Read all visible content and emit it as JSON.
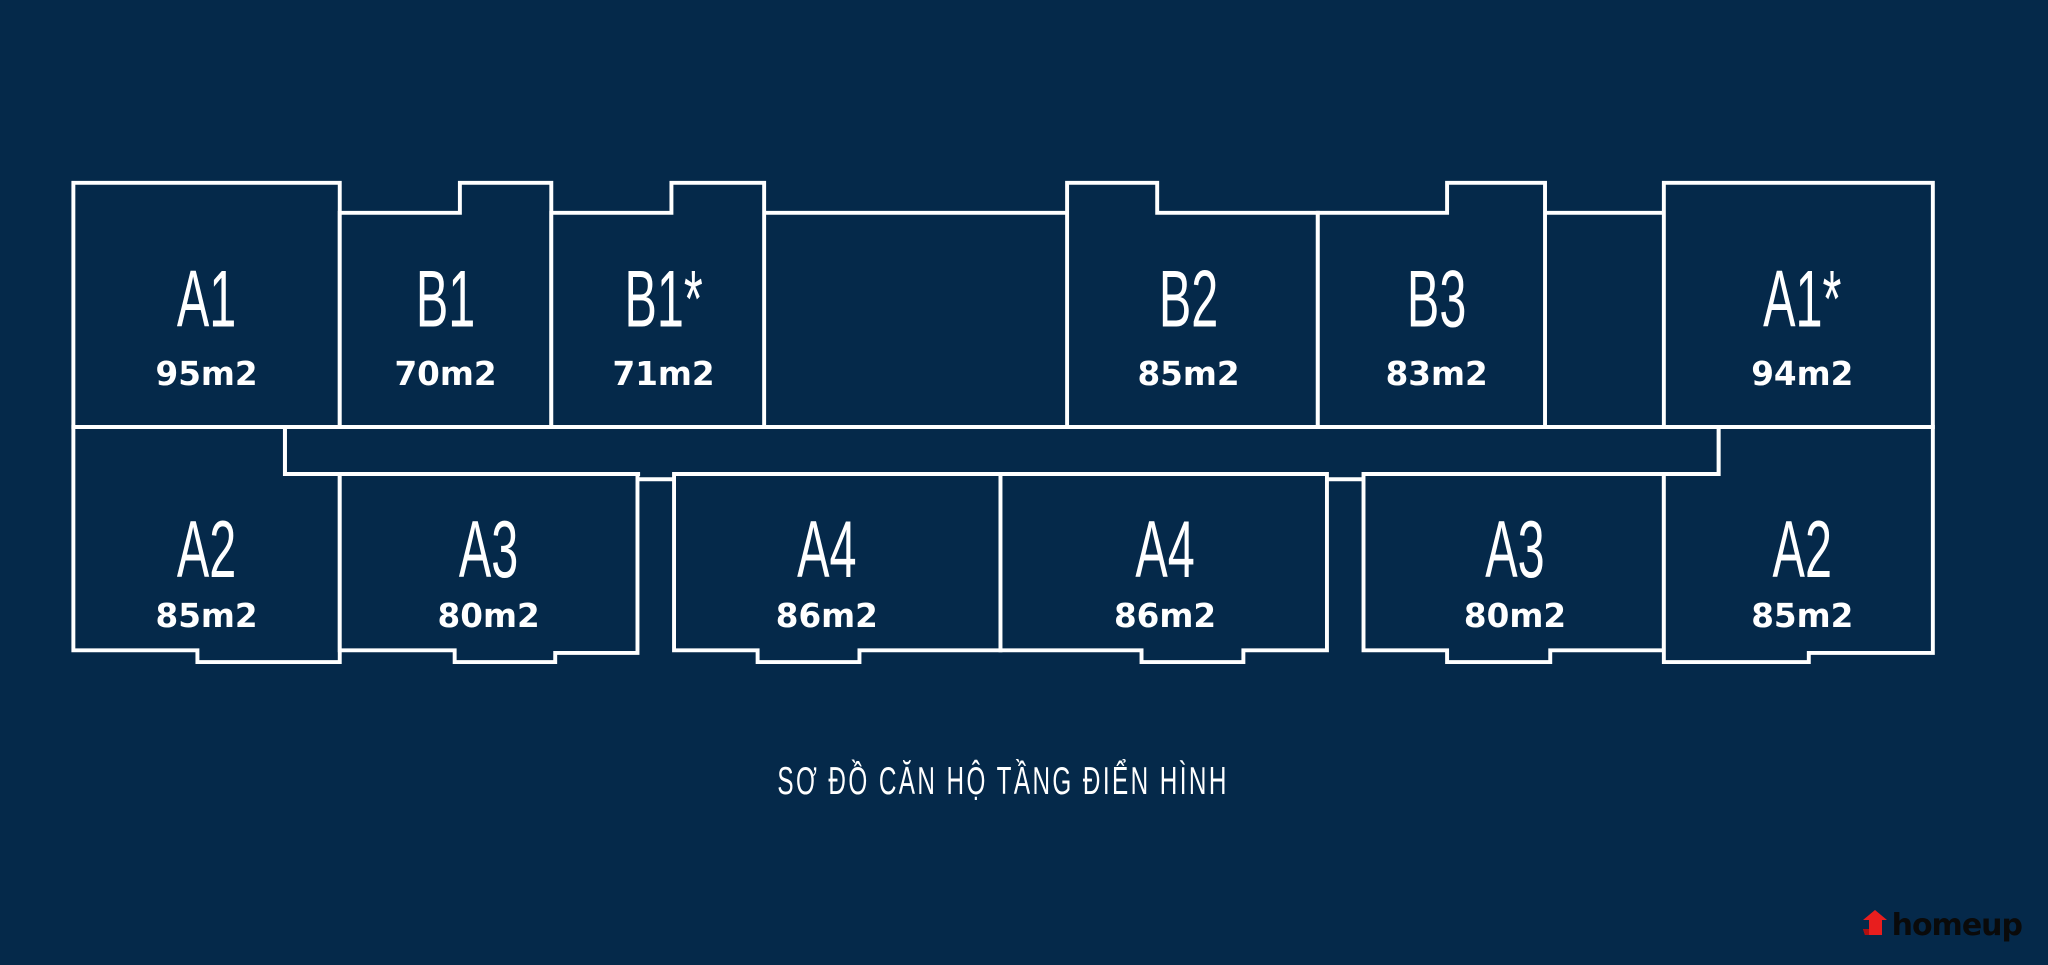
{
  "units": [
    {
      "name": "A1",
      "area": "95m2"
    },
    {
      "name": "B1",
      "area": "70m2"
    },
    {
      "name": "B1*",
      "area": "71m2"
    },
    {
      "name": "B2",
      "area": "85m2"
    },
    {
      "name": "B3",
      "area": "83m2"
    },
    {
      "name": "A1*",
      "area": "94m2"
    },
    {
      "name": "A2",
      "area": "85m2"
    },
    {
      "name": "A3",
      "area": "80m2"
    },
    {
      "name": "A4",
      "area": "86m2"
    },
    {
      "name": "A4",
      "area": "86m2"
    },
    {
      "name": "A3",
      "area": "80m2"
    },
    {
      "name": "A2",
      "area": "85m2"
    }
  ],
  "caption": "SƠ ĐỒ CĂN HỘ TẦNG ĐIỂN HÌNH",
  "logo": {
    "text": "homeup",
    "icon": "house-arrow-icon",
    "color": "#e81e1e"
  },
  "colors": {
    "background": "#05294a",
    "lines": "#ffffff"
  }
}
